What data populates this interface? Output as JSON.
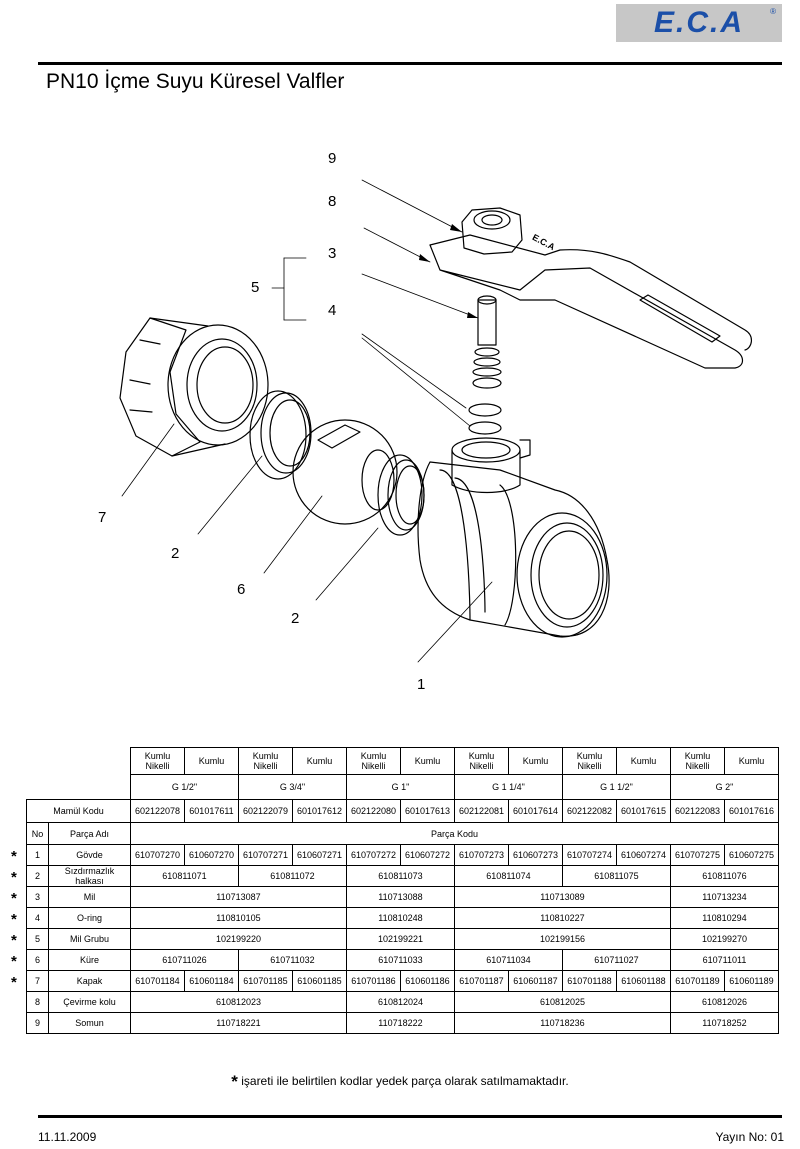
{
  "header": {
    "logo": "E.C.A",
    "title": "PN10 İçme Suyu Küresel Valfler"
  },
  "diagram": {
    "callouts": [
      "9",
      "8",
      "3",
      "5",
      "4",
      "7",
      "2",
      "6",
      "2",
      "1"
    ],
    "handle_text": "E.C.A"
  },
  "table": {
    "finish_headers": [
      "Kumlu\nNikelli",
      "Kumlu",
      "Kumlu\nNikelli",
      "Kumlu",
      "Kumlu\nNikelli",
      "Kumlu",
      "Kumlu\nNikelli",
      "Kumlu",
      "Kumlu\nNikelli",
      "Kumlu",
      "Kumlu\nNikelli",
      "Kumlu"
    ],
    "sizes": [
      "G 1/2\"",
      "G 3/4\"",
      "G 1\"",
      "G 1 1/4\"",
      "G 1 1/2\"",
      "G 2\""
    ],
    "mamul_label": "Mamül Kodu",
    "mamul_codes": [
      "602122078",
      "601017611",
      "602122079",
      "601017612",
      "602122080",
      "601017613",
      "602122081",
      "601017614",
      "602122082",
      "601017615",
      "602122083",
      "601017616"
    ],
    "col_no": "No",
    "col_part": "Parça Adı",
    "col_code": "Parça Kodu",
    "rows": [
      {
        "no": "1",
        "name": "Gövde",
        "star": true,
        "cells": [
          {
            "v": "610707270",
            "s": 1
          },
          {
            "v": "610607270",
            "s": 1
          },
          {
            "v": "610707271",
            "s": 1
          },
          {
            "v": "610607271",
            "s": 1
          },
          {
            "v": "610707272",
            "s": 1
          },
          {
            "v": "610607272",
            "s": 1
          },
          {
            "v": "610707273",
            "s": 1
          },
          {
            "v": "610607273",
            "s": 1
          },
          {
            "v": "610707274",
            "s": 1
          },
          {
            "v": "610607274",
            "s": 1
          },
          {
            "v": "610707275",
            "s": 1
          },
          {
            "v": "610607275",
            "s": 1
          }
        ]
      },
      {
        "no": "2",
        "name": "Sızdırmazlık\nhalkası",
        "star": true,
        "cells": [
          {
            "v": "610811071",
            "s": 2
          },
          {
            "v": "610811072",
            "s": 2
          },
          {
            "v": "610811073",
            "s": 2
          },
          {
            "v": "610811074",
            "s": 2
          },
          {
            "v": "610811075",
            "s": 2
          },
          {
            "v": "610811076",
            "s": 2
          }
        ]
      },
      {
        "no": "3",
        "name": "Mil",
        "star": true,
        "cells": [
          {
            "v": "110713087",
            "s": 4
          },
          {
            "v": "110713088",
            "s": 2
          },
          {
            "v": "110713089",
            "s": 4
          },
          {
            "v": "110713234",
            "s": 2
          }
        ]
      },
      {
        "no": "4",
        "name": "O-ring",
        "star": true,
        "cells": [
          {
            "v": "110810105",
            "s": 4
          },
          {
            "v": "110810248",
            "s": 2
          },
          {
            "v": "110810227",
            "s": 4
          },
          {
            "v": "110810294",
            "s": 2
          }
        ]
      },
      {
        "no": "5",
        "name": "Mil Grubu",
        "star": true,
        "cells": [
          {
            "v": "102199220",
            "s": 4
          },
          {
            "v": "102199221",
            "s": 2
          },
          {
            "v": "102199156",
            "s": 4
          },
          {
            "v": "102199270",
            "s": 2
          }
        ]
      },
      {
        "no": "6",
        "name": "Küre",
        "star": true,
        "cells": [
          {
            "v": "610711026",
            "s": 2
          },
          {
            "v": "610711032",
            "s": 2
          },
          {
            "v": "610711033",
            "s": 2
          },
          {
            "v": "610711034",
            "s": 2
          },
          {
            "v": "610711027",
            "s": 2
          },
          {
            "v": "610711011",
            "s": 2
          }
        ]
      },
      {
        "no": "7",
        "name": "Kapak",
        "star": true,
        "cells": [
          {
            "v": "610701184",
            "s": 1
          },
          {
            "v": "610601184",
            "s": 1
          },
          {
            "v": "610701185",
            "s": 1
          },
          {
            "v": "610601185",
            "s": 1
          },
          {
            "v": "610701186",
            "s": 1
          },
          {
            "v": "610601186",
            "s": 1
          },
          {
            "v": "610701187",
            "s": 1
          },
          {
            "v": "610601187",
            "s": 1
          },
          {
            "v": "610701188",
            "s": 1
          },
          {
            "v": "610601188",
            "s": 1
          },
          {
            "v": "610701189",
            "s": 1
          },
          {
            "v": "610601189",
            "s": 1
          }
        ]
      },
      {
        "no": "8",
        "name": "Çevirme kolu",
        "star": false,
        "cells": [
          {
            "v": "610812023",
            "s": 4
          },
          {
            "v": "610812024",
            "s": 2
          },
          {
            "v": "610812025",
            "s": 4
          },
          {
            "v": "610812026",
            "s": 2
          }
        ]
      },
      {
        "no": "9",
        "name": "Somun",
        "star": false,
        "cells": [
          {
            "v": "110718221",
            "s": 4
          },
          {
            "v": "110718222",
            "s": 2
          },
          {
            "v": "110718236",
            "s": 4
          },
          {
            "v": "110718252",
            "s": 2
          }
        ]
      }
    ]
  },
  "footnote": {
    "star": "*",
    "text": " işareti ile belirtilen kodlar yedek parça olarak satılmamaktadır."
  },
  "footer": {
    "date": "11.11.2009",
    "edition": "Yayın No: 01"
  }
}
